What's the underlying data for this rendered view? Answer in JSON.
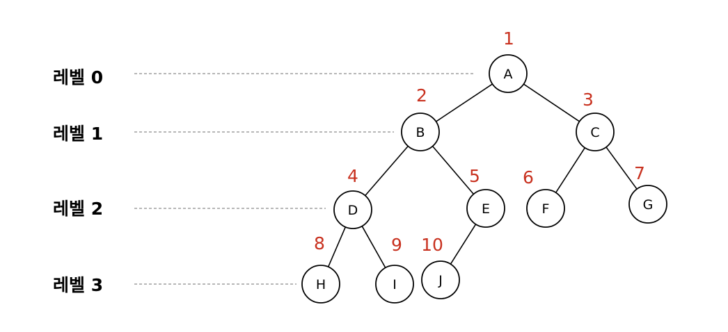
{
  "colors": {
    "number": "#c8301e",
    "line": "#000000",
    "guide": "#8a8a8a"
  },
  "levels": [
    {
      "label": "레벨 0"
    },
    {
      "label": "레벨 1"
    },
    {
      "label": "레벨 2"
    },
    {
      "label": "레벨 3"
    }
  ],
  "nodes": [
    {
      "id": "A",
      "label": "A",
      "number": "1"
    },
    {
      "id": "B",
      "label": "B",
      "number": "2"
    },
    {
      "id": "C",
      "label": "C",
      "number": "3"
    },
    {
      "id": "D",
      "label": "D",
      "number": "4"
    },
    {
      "id": "E",
      "label": "E",
      "number": "5"
    },
    {
      "id": "F",
      "label": "F",
      "number": "6"
    },
    {
      "id": "G",
      "label": "G",
      "number": "7"
    },
    {
      "id": "H",
      "label": "H",
      "number": "8"
    },
    {
      "id": "I",
      "label": "I",
      "number": "9"
    },
    {
      "id": "J",
      "label": "J",
      "number": "10"
    }
  ],
  "edges": [
    {
      "from": "A",
      "to": "B"
    },
    {
      "from": "A",
      "to": "C"
    },
    {
      "from": "B",
      "to": "D"
    },
    {
      "from": "B",
      "to": "E"
    },
    {
      "from": "C",
      "to": "F"
    },
    {
      "from": "C",
      "to": "G"
    },
    {
      "from": "D",
      "to": "H"
    },
    {
      "from": "D",
      "to": "I"
    },
    {
      "from": "E",
      "to": "J"
    }
  ]
}
